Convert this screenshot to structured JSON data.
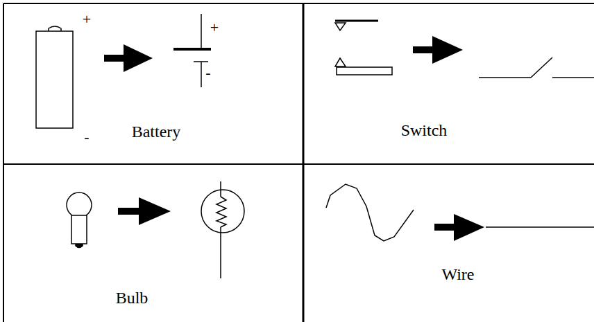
{
  "diagram": {
    "nodes": [
      {
        "text": [
          "Battery"
        ]
      },
      {
        "text": [
          "Switch"
        ]
      },
      {
        "text": [
          "Bulb"
        ]
      },
      {
        "text": [
          "Wire"
        ]
      }
    ],
    "labels": [
      "+",
      "-",
      "+",
      "-"
    ]
  }
}
